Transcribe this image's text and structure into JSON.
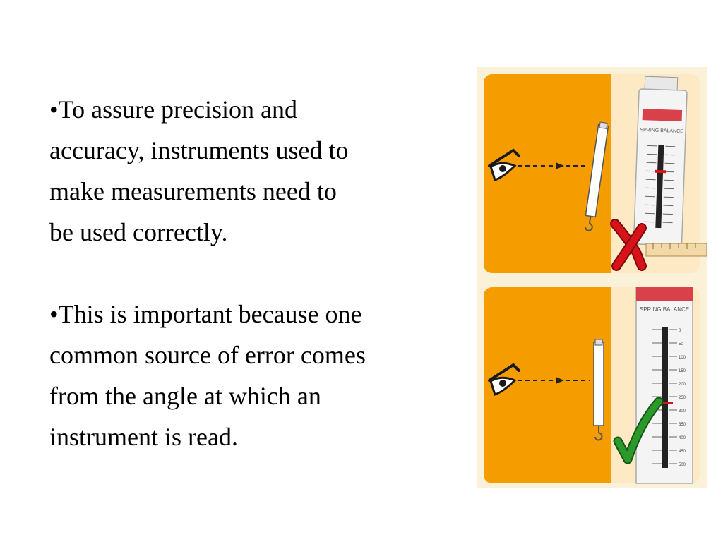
{
  "bullets": [
    {
      "marker": "•",
      "lines": [
        "To assure precision and",
        "accuracy, instruments used to",
        "make measurements need to",
        "be used correctly."
      ]
    },
    {
      "marker": "•",
      "lines": [
        "This is important because one",
        "common source of error comes",
        "from the angle at which an",
        "instrument is read."
      ]
    }
  ],
  "figure": {
    "panels": [
      {
        "result": "incorrect",
        "result_icon": "red-cross-icon",
        "scale_header": "SPRING BALANCE"
      },
      {
        "result": "correct",
        "result_icon": "green-check-icon",
        "scale_header": "SPRING BALANCE",
        "scale_numbers": [
          "0",
          "50",
          "100",
          "150",
          "200",
          "250",
          "300",
          "350",
          "400",
          "450",
          "500"
        ]
      }
    ],
    "colors": {
      "background": "#fbf1d9",
      "panel_orange": "#f59d00",
      "red_mark": "#d9121a",
      "green_mark": "#2c9a28"
    }
  }
}
